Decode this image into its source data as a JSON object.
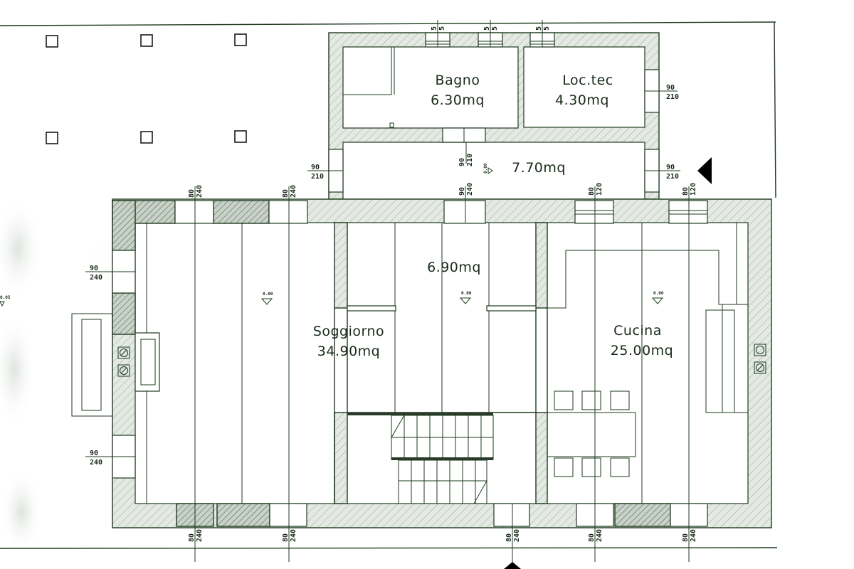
{
  "plan": {
    "type": "architectural-floor-plan",
    "colors": {
      "line": "#1e3a1e",
      "hatch_fill": "#dfe5df",
      "background": "#ffffff",
      "arrow": "#000000"
    },
    "rooms": [
      {
        "name": "Bagno",
        "area": "6.30mq"
      },
      {
        "name": "Loc.tec",
        "area": "4.30mq"
      },
      {
        "name": "",
        "area": "7.70mq"
      },
      {
        "name": "",
        "area": "6.90mq"
      },
      {
        "name": "Soggiorno",
        "area": "34.90mq"
      },
      {
        "name": "Cucina",
        "area": "25.00mq"
      }
    ],
    "level_markers": [
      "0.00",
      "0.00",
      "0.00",
      "0.00",
      "0.00",
      "0.05"
    ],
    "openings": {
      "top_vents": [
        {
          "w": "5",
          "h": "5"
        },
        {
          "w": "5",
          "h": "5"
        },
        {
          "w": "5",
          "h": "5"
        }
      ],
      "loc_tec_door": {
        "w": "90",
        "h": "210"
      },
      "corridor_left_door": {
        "w": "90",
        "h": "210"
      },
      "corridor_inner_door": {
        "w": "90",
        "h": "210"
      },
      "corridor_right_door": {
        "w": "90",
        "h": "210"
      },
      "top_wall": [
        {
          "w": "80",
          "h": "240"
        },
        {
          "w": "80",
          "h": "240"
        },
        {
          "w": "90",
          "h": "240"
        },
        {
          "w": "80",
          "h": "120"
        },
        {
          "w": "80",
          "h": "120"
        }
      ],
      "left_wall": [
        {
          "w": "90",
          "h": "240"
        },
        {
          "w": "90",
          "h": "240"
        }
      ],
      "bottom_wall": [
        {
          "w": "80",
          "h": "240"
        },
        {
          "w": "80",
          "h": "240"
        },
        {
          "w": "80",
          "h": "240"
        },
        {
          "w": "80",
          "h": "240"
        },
        {
          "w": "80",
          "h": "240"
        }
      ]
    },
    "symbols": [
      "section-arrow-right",
      "section-arrow-bottom",
      "fireplace",
      "gas-valve",
      "kitchen-table",
      "staircase",
      "pergola-posts"
    ]
  }
}
